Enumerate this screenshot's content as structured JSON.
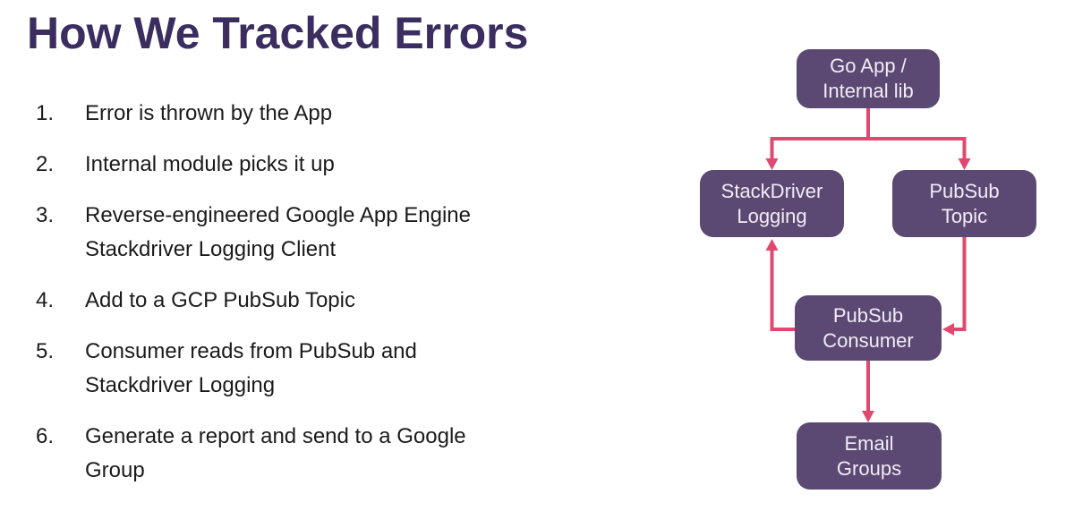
{
  "title": "How We Tracked Errors",
  "steps": [
    {
      "number": "1.",
      "text": "Error is thrown by the App"
    },
    {
      "number": "2.",
      "text": "Internal module picks it up"
    },
    {
      "number": "3.",
      "text": "Reverse-engineered Google App Engine Stackdriver Logging Client"
    },
    {
      "number": "4.",
      "text": "Add to a GCP PubSub Topic"
    },
    {
      "number": "5.",
      "text": "Consumer reads from PubSub and Stackdriver Logging"
    },
    {
      "number": "6.",
      "text": "Generate a report and send to a Google Group"
    }
  ],
  "diagram": {
    "nodes": [
      {
        "id": "go-app",
        "label": "Go App /\nInternal lib"
      },
      {
        "id": "stackdriver-logging",
        "label": "StackDriver\nLogging"
      },
      {
        "id": "pubsub-topic",
        "label": "PubSub\nTopic"
      },
      {
        "id": "pubsub-consumer",
        "label": "PubSub\nConsumer"
      },
      {
        "id": "email-groups",
        "label": "Email\nGroups"
      }
    ],
    "edges": [
      {
        "from": "go-app",
        "to": "stackdriver-logging"
      },
      {
        "from": "go-app",
        "to": "pubsub-topic"
      },
      {
        "from": "pubsub-topic",
        "to": "pubsub-consumer"
      },
      {
        "from": "pubsub-consumer",
        "to": "stackdriver-logging"
      },
      {
        "from": "pubsub-consumer",
        "to": "email-groups"
      }
    ]
  },
  "colors": {
    "title": "#3b2d5f",
    "body_text": "#1b1b1b",
    "node_fill": "#5b4973",
    "node_text": "#f2ecf6",
    "arrow": "#e1486f",
    "background": "#ffffff"
  }
}
